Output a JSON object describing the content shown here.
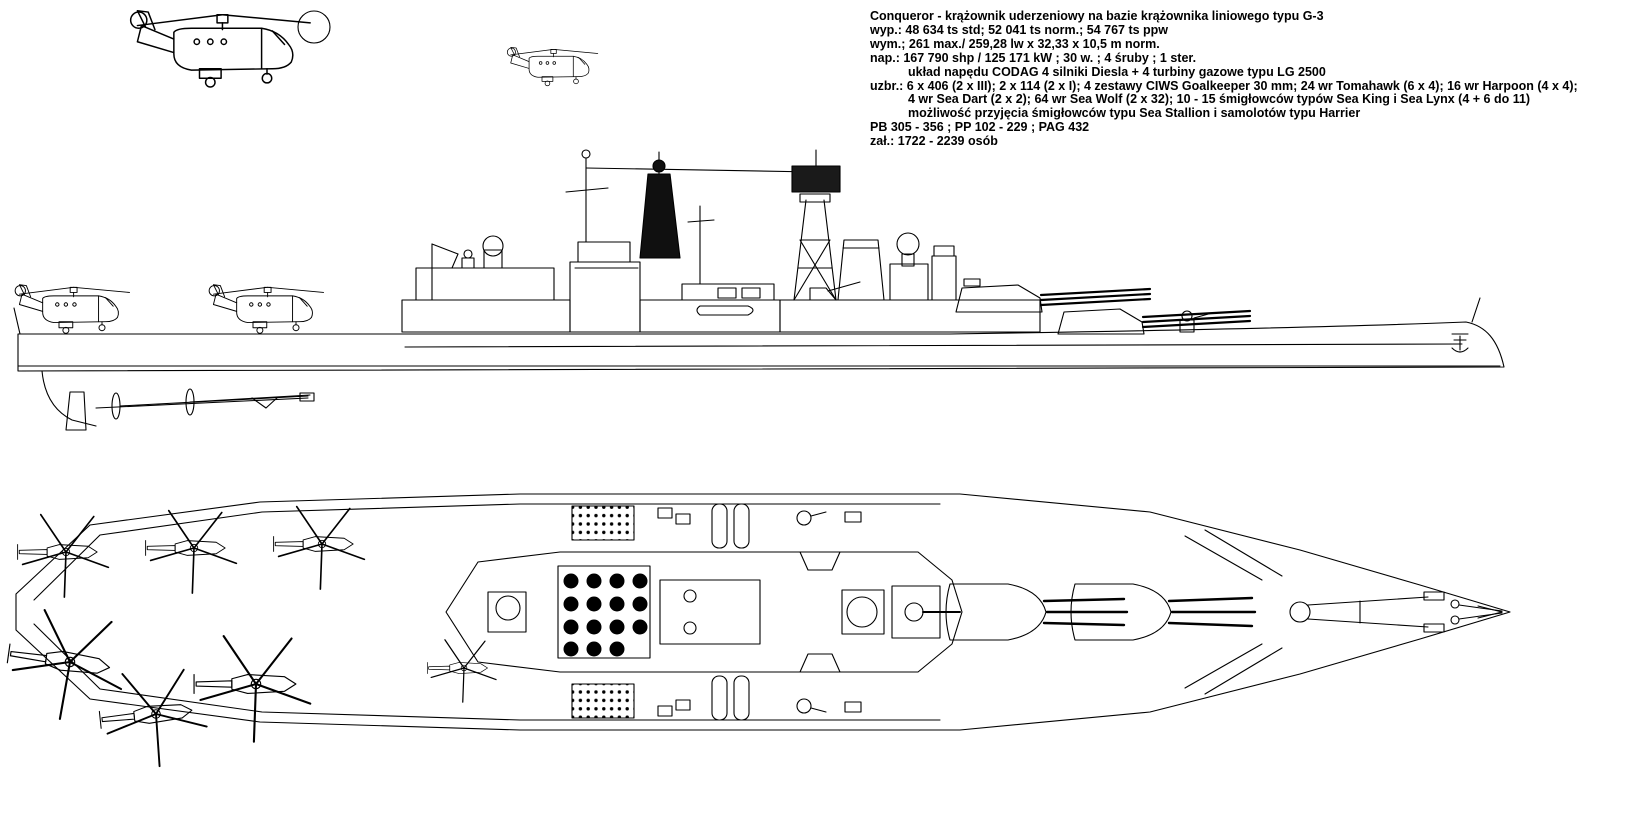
{
  "colors": {
    "ink": "#000000",
    "paper": "#ffffff",
    "tower_fill": "#101010"
  },
  "spec_block": {
    "lines": [
      "Conqueror - krążownik uderzeniowy na bazie krążownika liniowego typu G-3",
      "wyp.: 48 634 ts std; 52 041 ts norm.; 54 767 ts ppw",
      "wym.; 261 max./ 259,28 lw x 32,33 x 10,5 m norm.",
      "nap.: 167 790 shp / 125 171 kW ; 30 w. ; 4 śruby ; 1 ster.",
      "układ napędu CODAG 4 silniki Diesla + 4 turbiny gazowe typu LG 2500",
      "uzbr.: 6 x 406 (2 x III); 2 x 114 (2 x I); 4 zestawy CIWS Goalkeeper 30 mm; 24 wr Tomahawk (6 x 4); 16 wr Harpoon (4 x 4);",
      "4 wr Sea Dart (2 x 2); 64 wr Sea Wolf (2 x 32); 10 - 15 śmigłowców typów Sea King i Sea Lynx (4 + 6 do 11)",
      "możliwość przyjęcia śmigłowców typu Sea Stallion i samolotów typu Harrier",
      "PB 305 - 356 ; PP 102 - 229 ; PAG 432",
      "zał.: 1722 - 2239 osób"
    ]
  }
}
